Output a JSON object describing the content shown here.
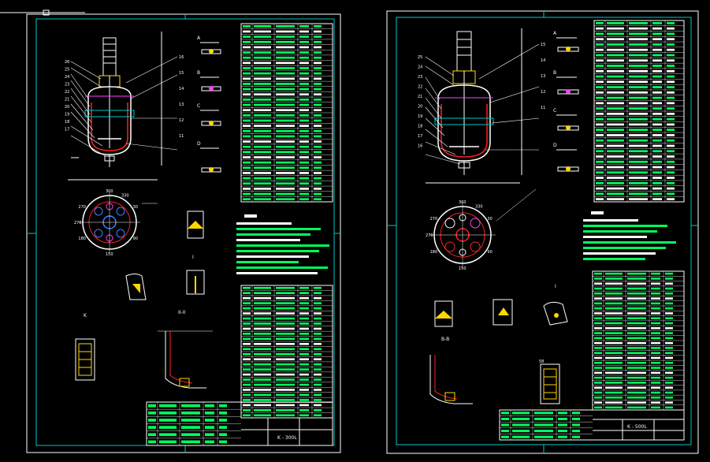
{
  "colors": {
    "background": "#000000",
    "frame": "#ffffff",
    "border": "#00c8c8",
    "vessel": "#ffffff",
    "jacket": "#ff2020",
    "table_text": "#00ff60",
    "table_alt": "#ffffff",
    "yellow": "#ffd700",
    "magenta": "#ff40ff",
    "blue": "#4080ff"
  },
  "toolbar": {
    "icon": "grip-icon"
  },
  "left_sheet": {
    "section_labels": [
      "A",
      "B",
      "C",
      "D"
    ],
    "detail_labels": [
      "K",
      "II-II",
      "I"
    ],
    "title_block": "K - 300L",
    "plan_numbers": [
      "270",
      "30",
      "90",
      "150",
      "180",
      "270",
      "300",
      "330"
    ],
    "leader_numbers": [
      "26",
      "25",
      "24",
      "23",
      "22",
      "21",
      "20",
      "19",
      "18",
      "17",
      "16",
      "15",
      "14",
      "13",
      "12",
      "11"
    ]
  },
  "right_sheet": {
    "section_labels": [
      "A",
      "B",
      "C",
      "D"
    ],
    "detail_labels": [
      "B-B",
      "I"
    ],
    "title_block": "K - 500L",
    "plan_numbers": [
      "270",
      "30",
      "90",
      "150",
      "180",
      "270",
      "300",
      "330"
    ],
    "leader_numbers": [
      "25",
      "24",
      "23",
      "22",
      "21",
      "20",
      "19",
      "18",
      "17",
      "16",
      "15",
      "14",
      "13",
      "12",
      "11"
    ],
    "marker": "58"
  }
}
